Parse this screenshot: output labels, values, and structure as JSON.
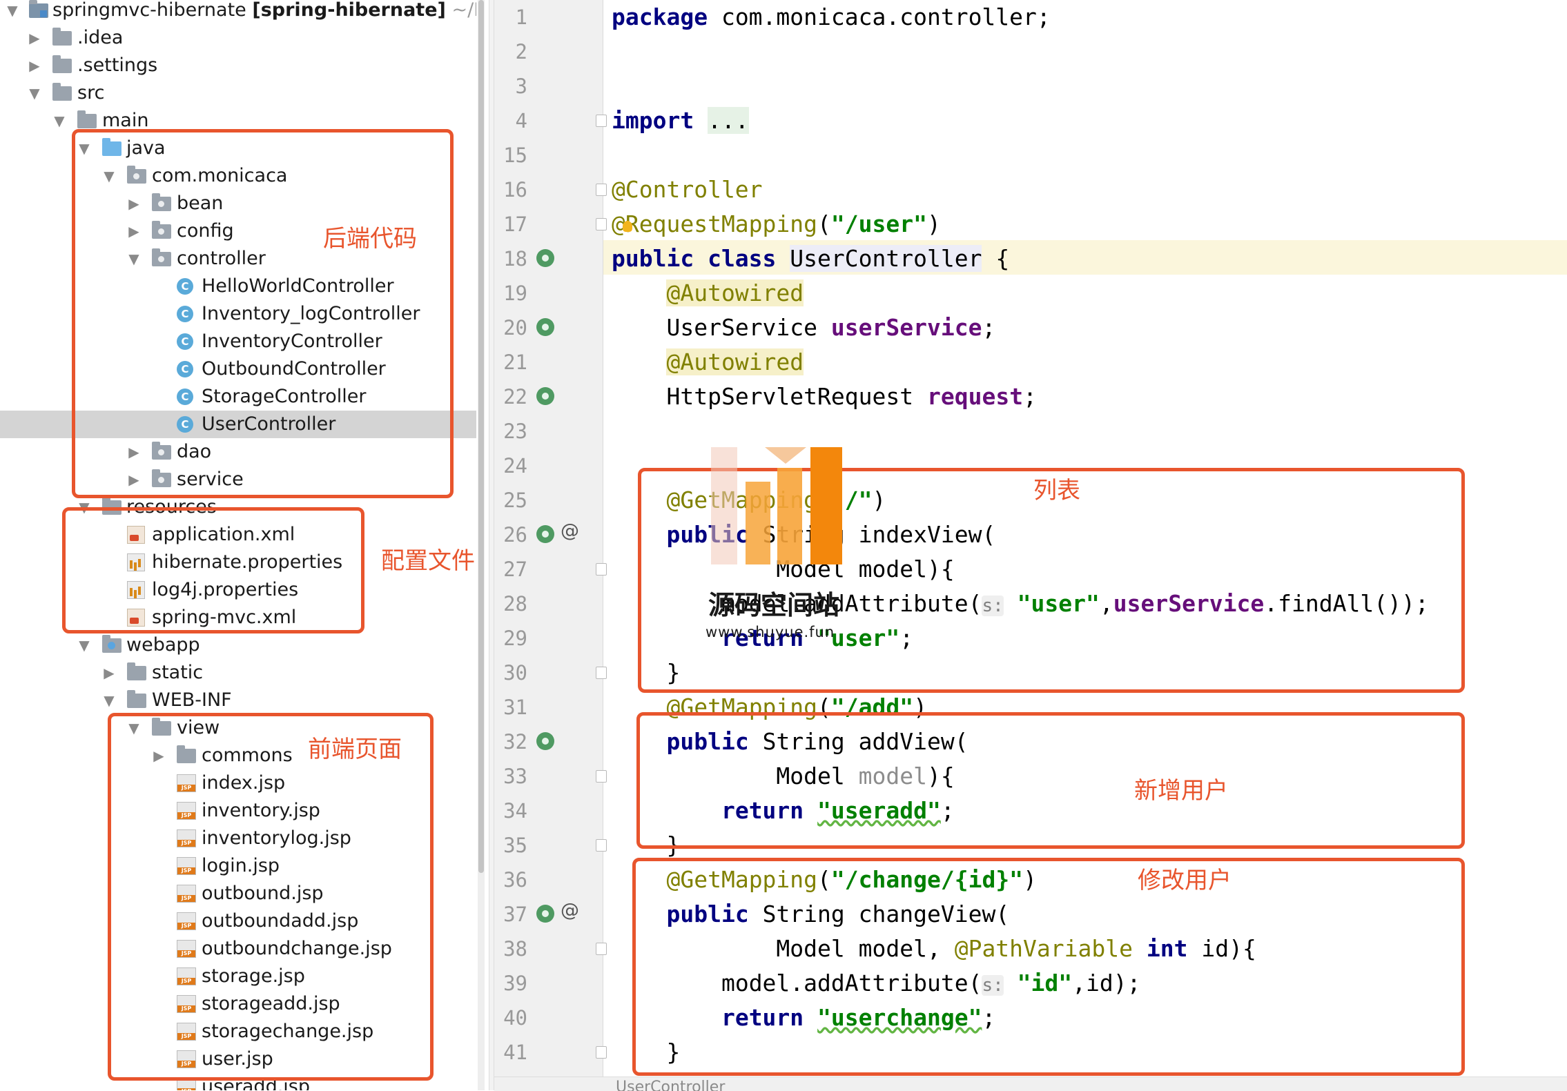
{
  "project_tree": {
    "root": {
      "name": "springmvc-hibernate",
      "module": "[spring-hibernate]",
      "path": "~/Do"
    },
    "idea": ".idea",
    "settings": ".settings",
    "src": "src",
    "main": "main",
    "java": "java",
    "package": "com.monicaca",
    "bean": "bean",
    "config": "config",
    "controller": "controller",
    "controllers": [
      "HelloWorldController",
      "Inventory_logController",
      "InventoryController",
      "OutboundController",
      "StorageController",
      "UserController"
    ],
    "dao": "dao",
    "service": "service",
    "resources": "resources",
    "resource_files": [
      "application.xml",
      "hibernate.properties",
      "log4j.properties",
      "spring-mvc.xml"
    ],
    "webapp": "webapp",
    "static": "static",
    "webinf": "WEB-INF",
    "view": "view",
    "commons": "commons",
    "jsp_files": [
      "index.jsp",
      "inventory.jsp",
      "inventorylog.jsp",
      "login.jsp",
      "outbound.jsp",
      "outboundadd.jsp",
      "outboundchange.jsp",
      "storage.jsp",
      "storageadd.jsp",
      "storagechange.jsp",
      "user.jsp",
      "useradd.jsp"
    ],
    "class_icon_letter": "C"
  },
  "editor": {
    "line_numbers": [
      "1",
      "2",
      "3",
      "4",
      "15",
      "16",
      "17",
      "18",
      "19",
      "20",
      "21",
      "22",
      "23",
      "24",
      "25",
      "26",
      "27",
      "28",
      "29",
      "30",
      "31",
      "32",
      "33",
      "34",
      "35",
      "36",
      "37",
      "38",
      "39",
      "40",
      "41"
    ],
    "code": {
      "l1_kw": "package",
      "l1_rest": " com.monicaca.controller;",
      "l4_kw": "import",
      "l4_fold": "...",
      "l16": "@Controller",
      "l17_ann": "@RequestMapping",
      "l17_open": "(",
      "l17_str": "\"/user\"",
      "l17_close": ")",
      "l18_kw": "public class",
      "l18_cls": "UserController",
      "l18_brace": " {",
      "l19": "@Autowired",
      "l20_type": "UserService ",
      "l20_field": "userService",
      "l20_semi": ";",
      "l21": "@Autowired",
      "l22_type": "HttpServletRequest ",
      "l22_field": "request",
      "l22_semi": ";",
      "l25_ann": "@GetMapping",
      "l25_open": "(",
      "l25_str": "\"/\"",
      "l25_close": ")",
      "l26_kw": "public",
      "l26_rest": " String indexView(",
      "l27": "Model model){",
      "l28_a": "model.addAttribute(",
      "l28_hint": "s:",
      "l28_str": "\"user\"",
      "l28_comma": ",",
      "l28_fld": "userService",
      "l28_rest": ".findAll());",
      "l29_kw": "return",
      "l29_str": "\"user\"",
      "l29_semi": ";",
      "l30": "}",
      "l31_ann": "@GetMapping",
      "l31_open": "(",
      "l31_str": "\"/add\"",
      "l31_close": ")",
      "l32_kw": "public",
      "l32_rest": " String addView(",
      "l33_type": "Model ",
      "l33_param": "model",
      "l33_rest": "){",
      "l34_kw": "return",
      "l34_str": "\"useradd\"",
      "l34_semi": ";",
      "l35": "}",
      "l36_ann": "@GetMapping",
      "l36_open": "(",
      "l36_str": "\"/change/{id}\"",
      "l36_close": ")",
      "l37_kw": "public",
      "l37_rest": " String changeView(",
      "l38_a": "Model model, ",
      "l38_ann": "@PathVariable",
      "l38_kw": "int",
      "l38_rest": " id){",
      "l39_a": "model.addAttribute(",
      "l39_hint": "s:",
      "l39_str": "\"id\"",
      "l39_rest": ",id);",
      "l40_kw": "return",
      "l40_str": "\"userchange\"",
      "l40_semi": ";",
      "l41": "}"
    },
    "gutter_at": "@"
  },
  "annotations": {
    "backend": "后端代码",
    "config": "配置文件",
    "frontend": "前端页面",
    "list": "列表",
    "add_user": "新增用户",
    "edit_user": "修改用户"
  },
  "watermark": {
    "title": "源码空间站",
    "url": "www.shuyue.fun"
  },
  "status_bar": {
    "label": "UserController"
  },
  "colors": {
    "annotation_red": "#e8552d",
    "keyword": "#000080",
    "string": "#008000",
    "field": "#660e7a",
    "annotation": "#808000"
  }
}
